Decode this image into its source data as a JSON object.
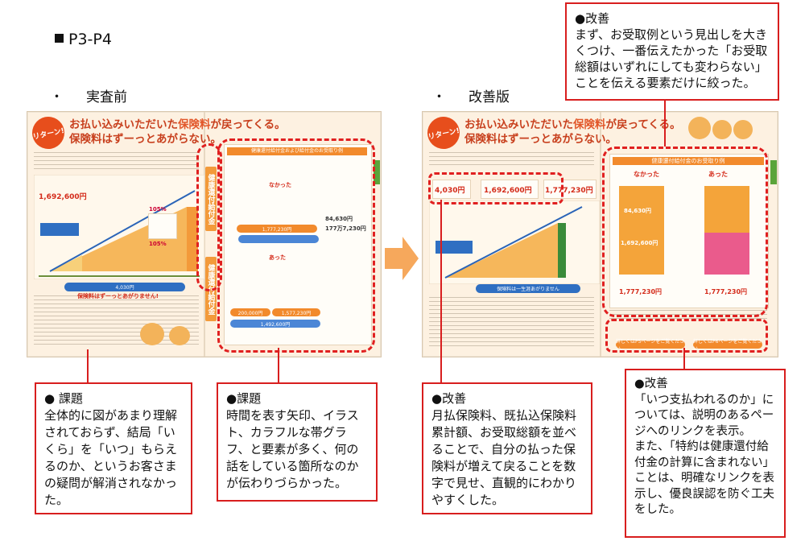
{
  "page_title": "P3-P4",
  "before_label": "実査前",
  "after_label": "改善版",
  "bullet": "・",
  "before": {
    "headline_1a": "お払い込みいただいた",
    "headline_1b": "保険料",
    "headline_1c": "が戻ってくる。",
    "headline_2": "保険料はずーっとあがらない。",
    "badge": "リターン!",
    "value_1": "1,692,600円",
    "pct_a": "105%",
    "pct_b": "105%",
    "value_2": "1,777,230円",
    "value_3": "84,630円",
    "value_4": "177万7,230円",
    "value_5": "200,000円",
    "value_6": "1,492,600円",
    "value_7": "1,577,230円",
    "monthly": "4,030円",
    "vlabel_1": "健康還付給付金",
    "vlabel_2": "健康還付給付金",
    "panel_head": "健康還付給付金および給付金のお受取り例",
    "case_1": "なかった",
    "case_2": "あった",
    "note": "保険料はずーっとあがりません!"
  },
  "after": {
    "headline_1a": "お払い込みいただいた",
    "headline_1b": "保険料",
    "headline_1c": "が戻ってくる。",
    "headline_2": "保険料はずーっとあがらない。",
    "badge": "リターン!",
    "value_1": "4,030円",
    "value_2": "1,692,600円",
    "value_3": "1,777,230円",
    "panel_head": "健康還付給付金のお受取り例",
    "case_1": "なかった",
    "case_2": "あった",
    "value_4": "84,630円",
    "value_5": "1,692,600円",
    "value_6": "1,777,230円",
    "value_7": "1,777,230円",
    "note": "保険料は一生涯あがりません",
    "link_1": "詳しくはP5ページをご覧ください。",
    "link_2": "詳しくはP6ページをご覧ください。"
  },
  "callouts": {
    "top_right": {
      "head": "●改善",
      "body": "まず、お受取例という見出しを大きくつけ、一番伝えたかった「お受取総額はいずれにしても変わらない」ことを伝える要素だけに絞った。"
    },
    "bottom_1": {
      "head": "● 課題",
      "body": "全体的に図があまり理解されておらず、結局「いくら」を「いつ」もらえるのか、というお客さまの疑問が解消されなかった。"
    },
    "bottom_2": {
      "head": "●課題",
      "body": "時間を表す矢印、イラスト、カラフルな帯グラフ、と要素が多く、何の話をしている箇所なのかが伝わりづらかった。"
    },
    "bottom_3": {
      "head": "●改善",
      "body": "月払保険料、既払込保険料累計額、お受取総額を並べることで、自分の払った保険料が増えて戻ることを数字で見せ、直観的にわかりやすくした。"
    },
    "bottom_4": {
      "head": "●改善",
      "body_1": "「いつ支払われるのか」については、説明のあるページへのリンクを表示。",
      "body_2": "また、「特約は健康還付給付金の計算に含まれない」ことは、明確なリンクを表示し、優良誤認を防ぐ工夫をした。"
    }
  },
  "colors": {
    "callout_border": "#d81e1e",
    "dashed_ring": "#e02020",
    "brochure_bg": "#fdf1e1",
    "accent_orange": "#f28a2c",
    "arrow": "#f6a85c"
  }
}
